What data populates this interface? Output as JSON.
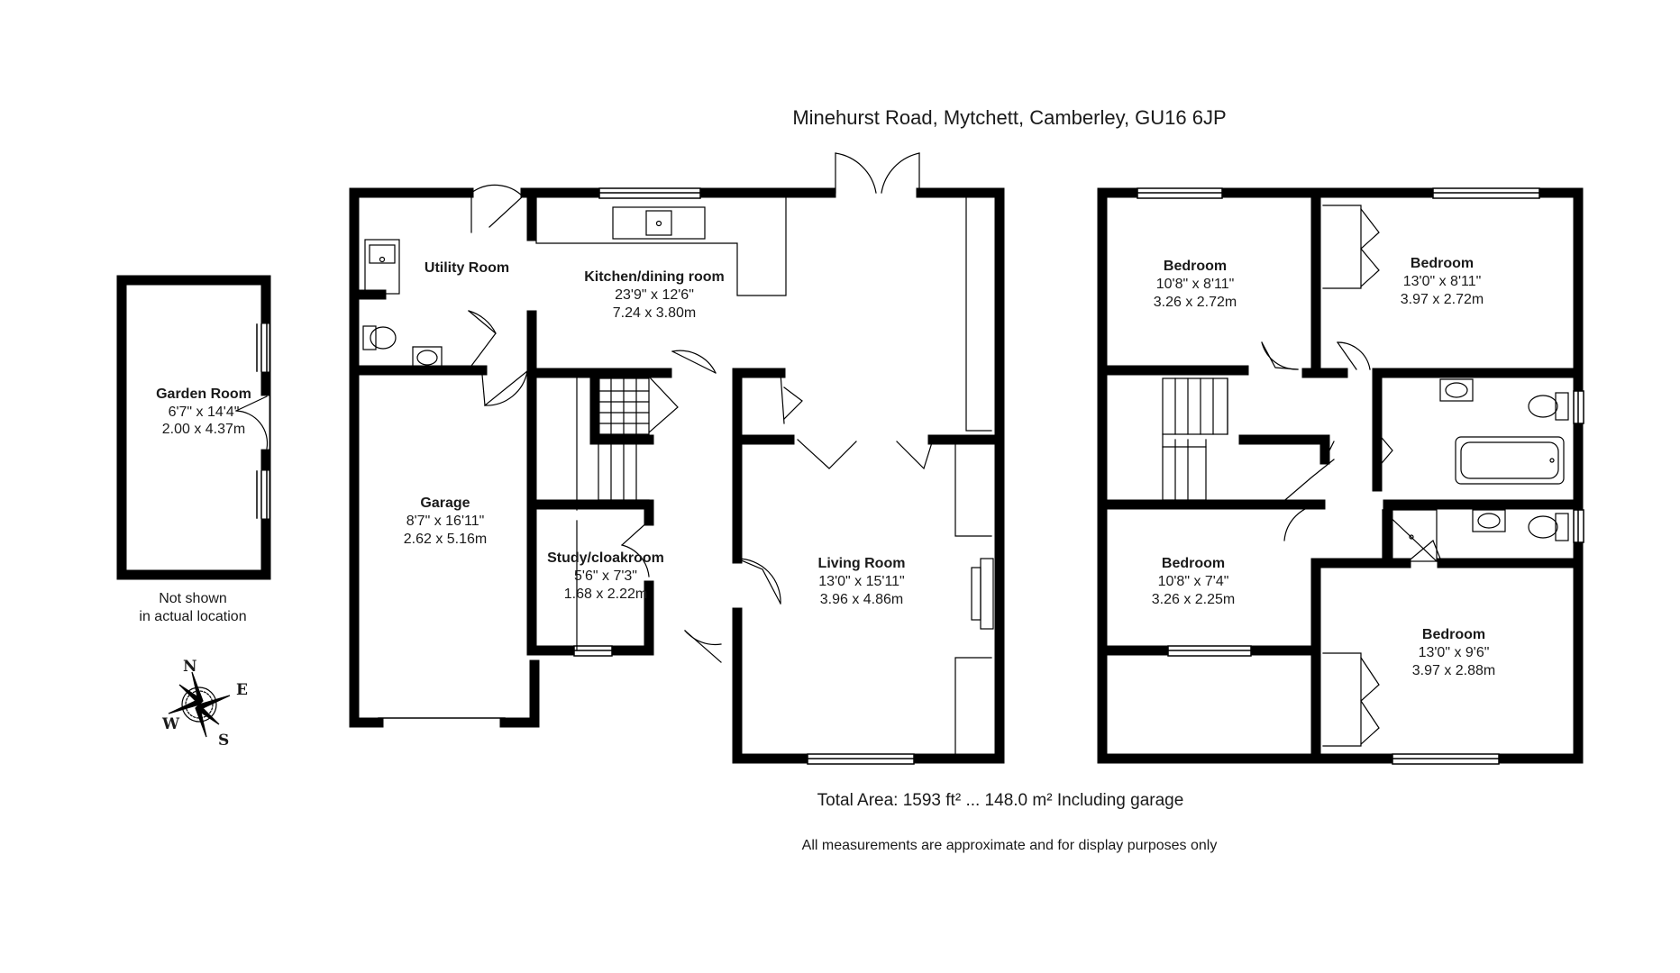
{
  "title": "Minehurst Road, Mytchett, Camberley, GU16 6JP",
  "total_area": "Total Area: 1593 ft² ... 148.0 m² Including garage",
  "disclaimer": "All measurements are approximate and for display purposes only",
  "garden_room": {
    "name": "Garden Room",
    "imperial": "6'7\" x 14'4\"",
    "metric": "2.00 x 4.37m",
    "note_line1": "Not shown",
    "note_line2": "in actual location"
  },
  "ground_floor": {
    "utility": {
      "name": "Utility Room"
    },
    "kitchen": {
      "name": "Kitchen/dining room",
      "imperial": "23'9\" x 12'6\"",
      "metric": "7.24 x 3.80m"
    },
    "garage": {
      "name": "Garage",
      "imperial": "8'7\" x 16'11\"",
      "metric": "2.62 x 5.16m"
    },
    "study": {
      "name": "Study/cloakroom",
      "imperial": "5'6\" x 7'3\"",
      "metric": "1.68 x 2.22m"
    },
    "living": {
      "name": "Living Room",
      "imperial": "13'0\" x 15'11\"",
      "metric": "3.96 x 4.86m"
    }
  },
  "first_floor": {
    "bedroom1": {
      "name": "Bedroom",
      "imperial": "10'8\" x 8'11\"",
      "metric": "3.26 x 2.72m"
    },
    "bedroom2": {
      "name": "Bedroom",
      "imperial": "13'0\" x 8'11\"",
      "metric": "3.97 x 2.72m"
    },
    "bedroom3": {
      "name": "Bedroom",
      "imperial": "10'8\" x 7'4\"",
      "metric": "3.26 x 2.25m"
    },
    "bedroom4": {
      "name": "Bedroom",
      "imperial": "13'0\" x 9'6\"",
      "metric": "3.97 x 2.88m"
    }
  },
  "compass": {
    "n": "N",
    "e": "E",
    "s": "S",
    "w": "W"
  }
}
